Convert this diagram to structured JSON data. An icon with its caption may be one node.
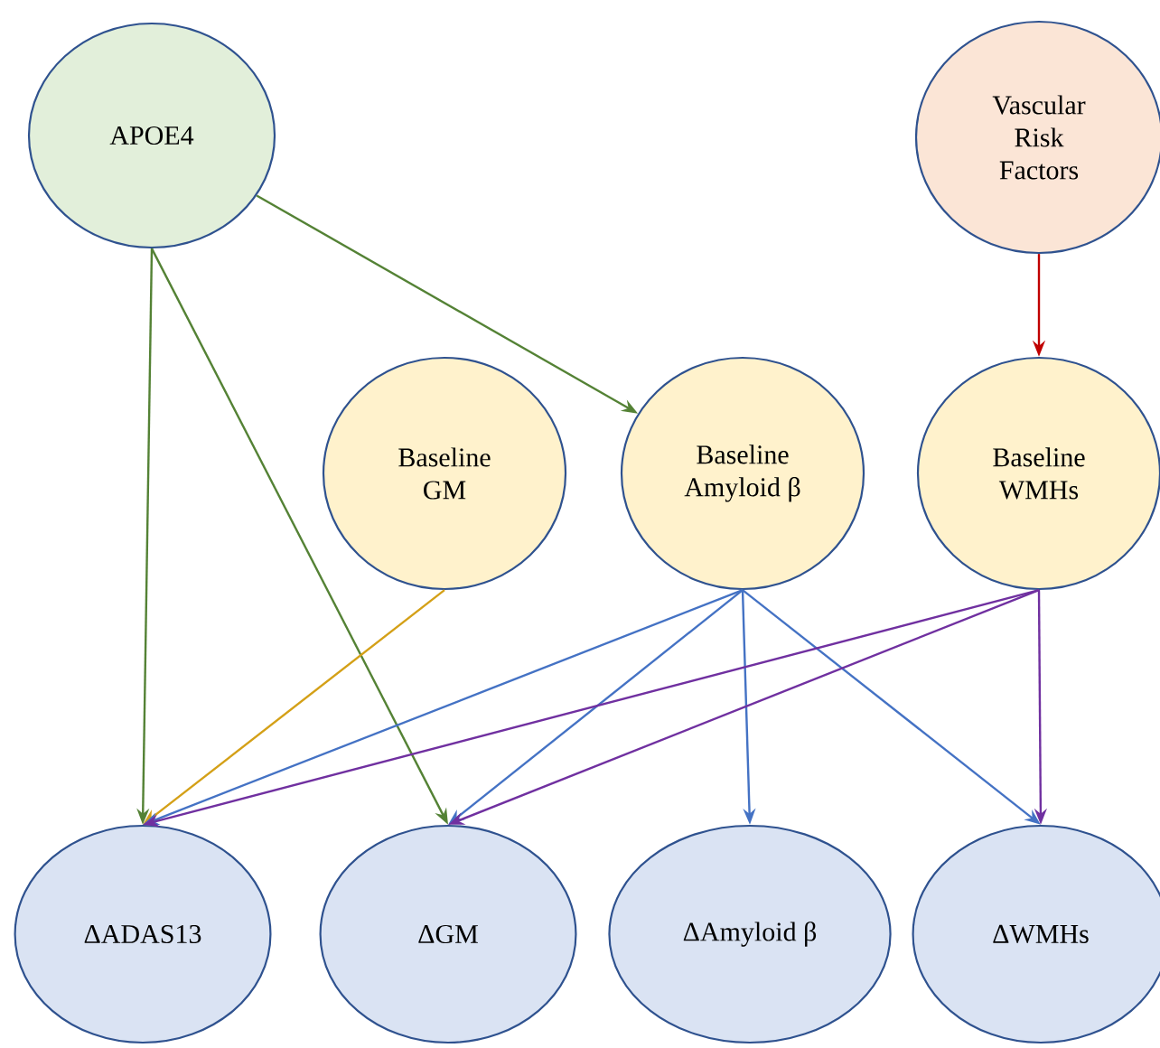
{
  "diagram": {
    "nodes": [
      {
        "text": [
          "APOE4"
        ]
      },
      {
        "text": [
          "Vascular Risk Factors"
        ]
      },
      {
        "text": [
          "Baseline GM"
        ]
      },
      {
        "text": [
          "Baseline Amyloid β"
        ]
      },
      {
        "text": [
          "Baseline WMHs"
        ]
      },
      {
        "text": [
          "ΔADAS13"
        ]
      },
      {
        "text": [
          "ΔGM"
        ]
      },
      {
        "text": [
          "ΔAmyloid β"
        ]
      },
      {
        "text": [
          "ΔWMHs"
        ]
      }
    ],
    "edges": [
      {
        "from": 0,
        "to": 3,
        "arrow": "to",
        "color": "#548235"
      },
      {
        "from": 0,
        "to": 5,
        "arrow": "to",
        "color": "#548235"
      },
      {
        "from": 0,
        "to": 6,
        "arrow": "to",
        "color": "#548235"
      },
      {
        "from": 1,
        "to": 4,
        "arrow": "to",
        "color": "#c00000"
      },
      {
        "from": 2,
        "to": 5,
        "arrow": "to",
        "color": "#d4a017"
      },
      {
        "from": 3,
        "to": 5,
        "arrow": "to",
        "color": "#4472c4"
      },
      {
        "from": 3,
        "to": 6,
        "arrow": "to",
        "color": "#4472c4"
      },
      {
        "from": 3,
        "to": 7,
        "arrow": "to",
        "color": "#4472c4"
      },
      {
        "from": 3,
        "to": 8,
        "arrow": "to",
        "color": "#4472c4"
      },
      {
        "from": 4,
        "to": 5,
        "arrow": "to",
        "color": "#7030a0"
      },
      {
        "from": 4,
        "to": 6,
        "arrow": "to",
        "color": "#7030a0"
      },
      {
        "from": 4,
        "to": 8,
        "arrow": "to",
        "color": "#7030a0"
      }
    ]
  }
}
